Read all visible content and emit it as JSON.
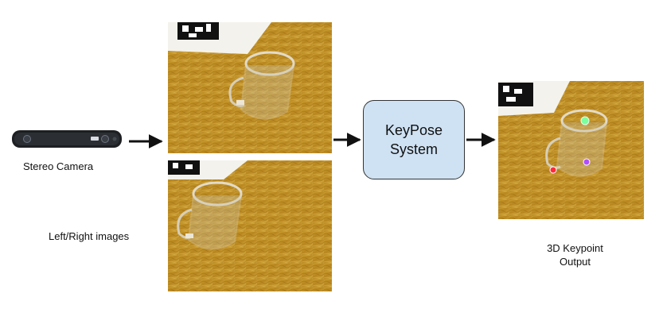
{
  "camera_label": "Stereo Camera",
  "images_label": "Left/Right images",
  "system_label": "KeyPose\nSystem",
  "output_label": "3D Keypoint\nOutput",
  "colors": {
    "box_fill": "#cfe2f3",
    "keypoint_top": "#7dffa0",
    "keypoint_left": "#ff2a3a",
    "keypoint_right": "#b04dff"
  }
}
